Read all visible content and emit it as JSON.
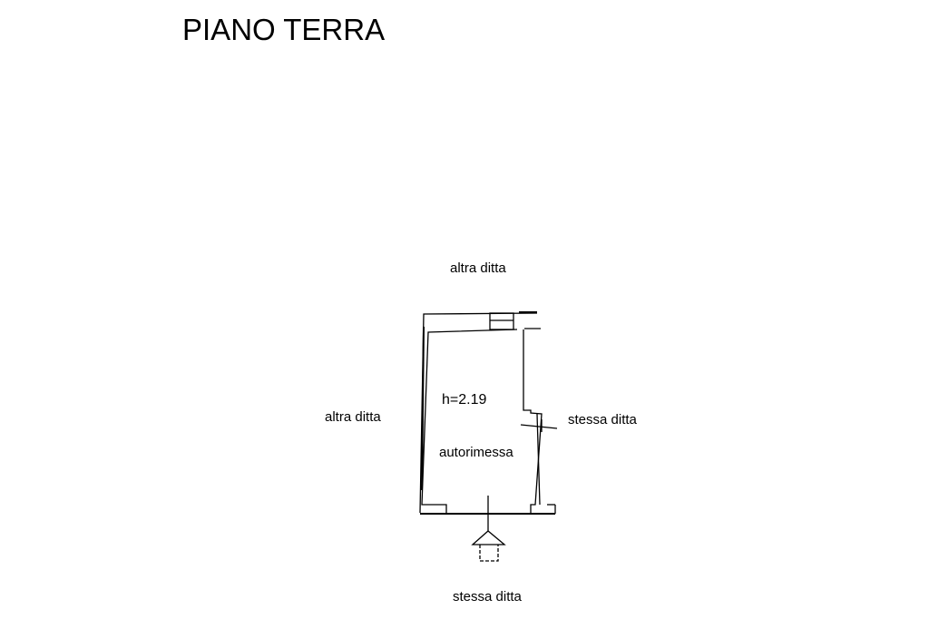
{
  "title": "PIANO TERRA",
  "labels": {
    "north": "altra ditta",
    "west": "altra ditta",
    "east": "stessa ditta",
    "south": "stessa ditta"
  },
  "room": {
    "height": "h=2.19",
    "name": "autorimessa"
  }
}
